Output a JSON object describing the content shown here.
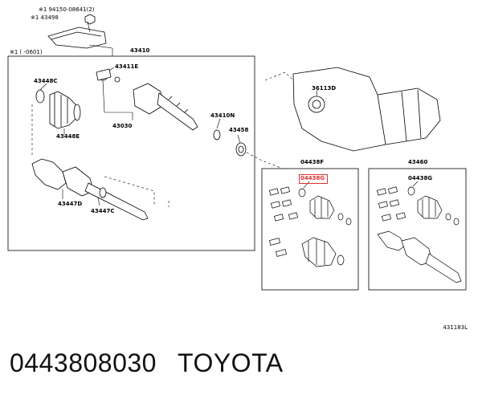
{
  "diagram": {
    "notes": {
      "note1_part": "※1 94150-08641(2)",
      "note1_clip": "※1 43498",
      "note1_date": "※1 (    -0601)"
    },
    "callouts": {
      "p43410": "43410",
      "p43448C": "43448C",
      "p43411E": "43411E",
      "p43448E": "43448E",
      "p43030": "43030",
      "p43410N": "43410N",
      "p43458": "43458",
      "p36113D": "36113D",
      "p43447D": "43447D",
      "p43447C": "43447C",
      "p04438F": "04438F",
      "p43460": "43460",
      "p04438G_left": "04438G",
      "p04438G_right": "04438G"
    },
    "reference_code": "431183L",
    "highlight_color": "#dd3333"
  },
  "caption": {
    "part_number": "0443808030",
    "brand": "TOYOTA"
  }
}
